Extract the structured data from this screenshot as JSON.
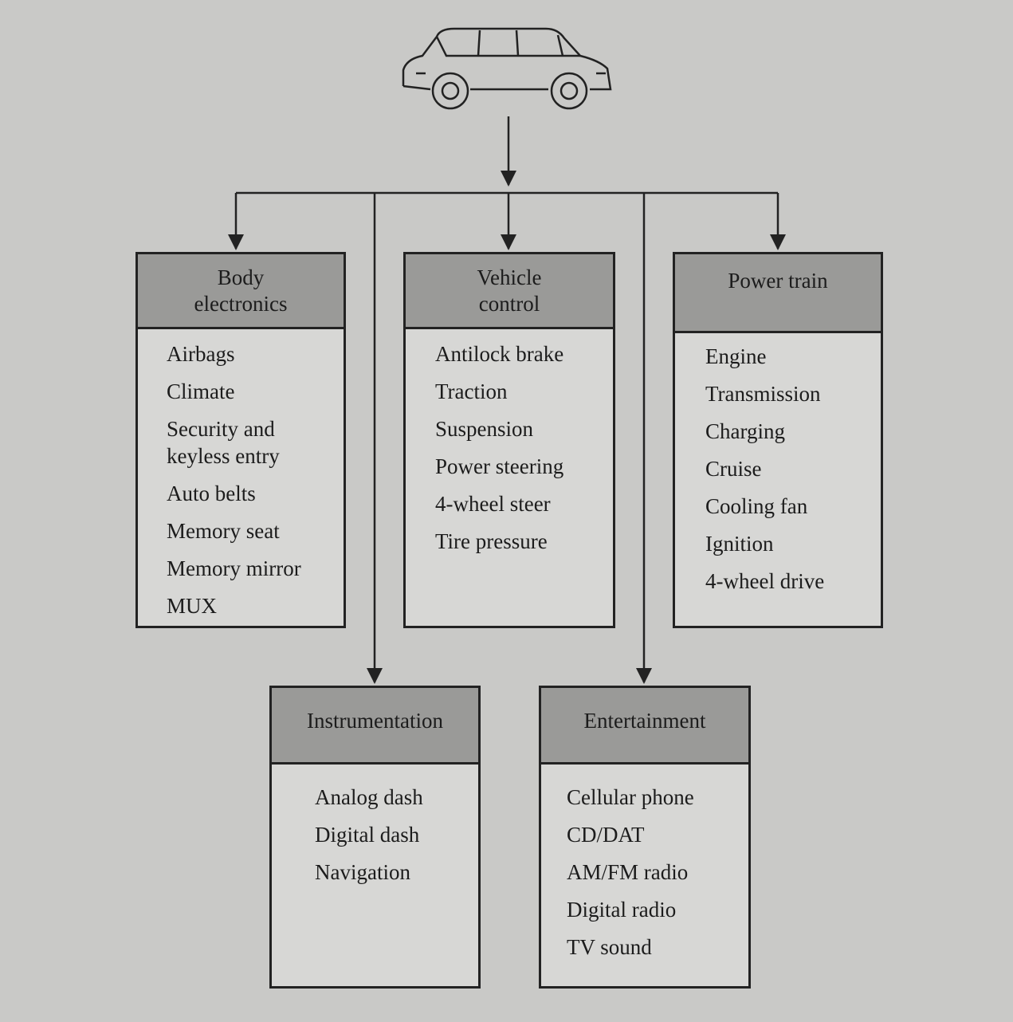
{
  "boxes": {
    "body_electronics": {
      "title": "Body\nelectronics",
      "items": [
        "Airbags",
        "Climate",
        "Security and\nkeyless entry",
        "Auto belts",
        "Memory seat",
        "Memory mirror",
        "MUX"
      ]
    },
    "vehicle_control": {
      "title": "Vehicle\ncontrol",
      "items": [
        "Antilock brake",
        "Traction",
        "Suspension",
        "Power steering",
        "4-wheel steer",
        "Tire pressure"
      ]
    },
    "power_train": {
      "title": "Power train",
      "items": [
        "Engine",
        "Transmission",
        "Charging",
        "Cruise",
        "Cooling fan",
        "Ignition",
        "4-wheel drive"
      ]
    },
    "instrumentation": {
      "title": "Instrumentation",
      "items": [
        "Analog dash",
        "Digital dash",
        "Navigation"
      ]
    },
    "entertainment": {
      "title": "Entertainment",
      "items": [
        "Cellular phone",
        "CD/DAT",
        "AM/FM radio",
        "Digital radio",
        "TV sound"
      ]
    }
  }
}
